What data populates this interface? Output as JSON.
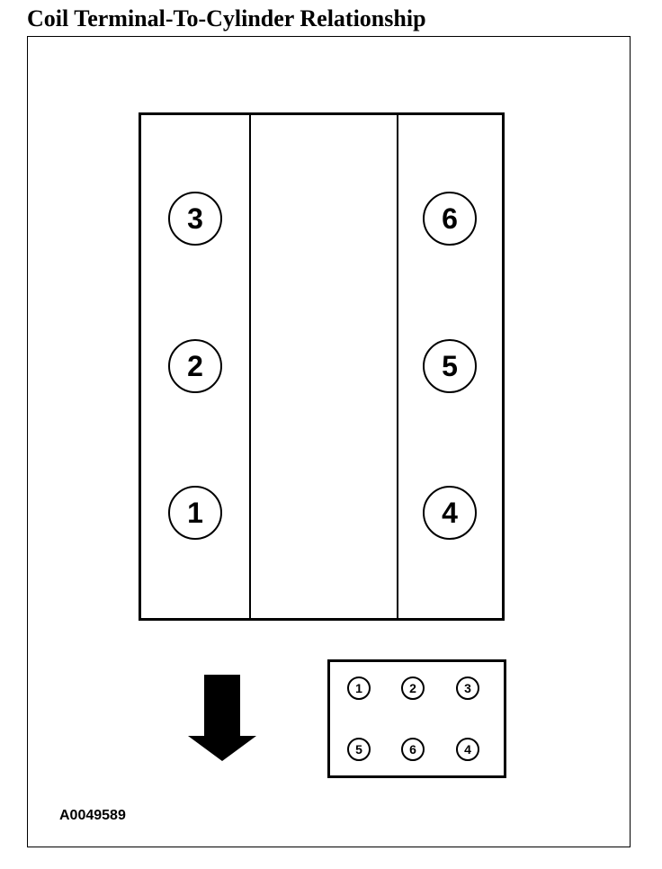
{
  "title": "Coil Terminal-To-Cylinder Relationship",
  "engine": {
    "left_bank": [
      "3",
      "2",
      "1"
    ],
    "right_bank": [
      "6",
      "5",
      "4"
    ]
  },
  "coil_pack": {
    "top_row": [
      "1",
      "2",
      "3"
    ],
    "bottom_row": [
      "5",
      "6",
      "4"
    ]
  },
  "arrow_icon": "down-arrow-icon",
  "figure_code": "A0049589"
}
